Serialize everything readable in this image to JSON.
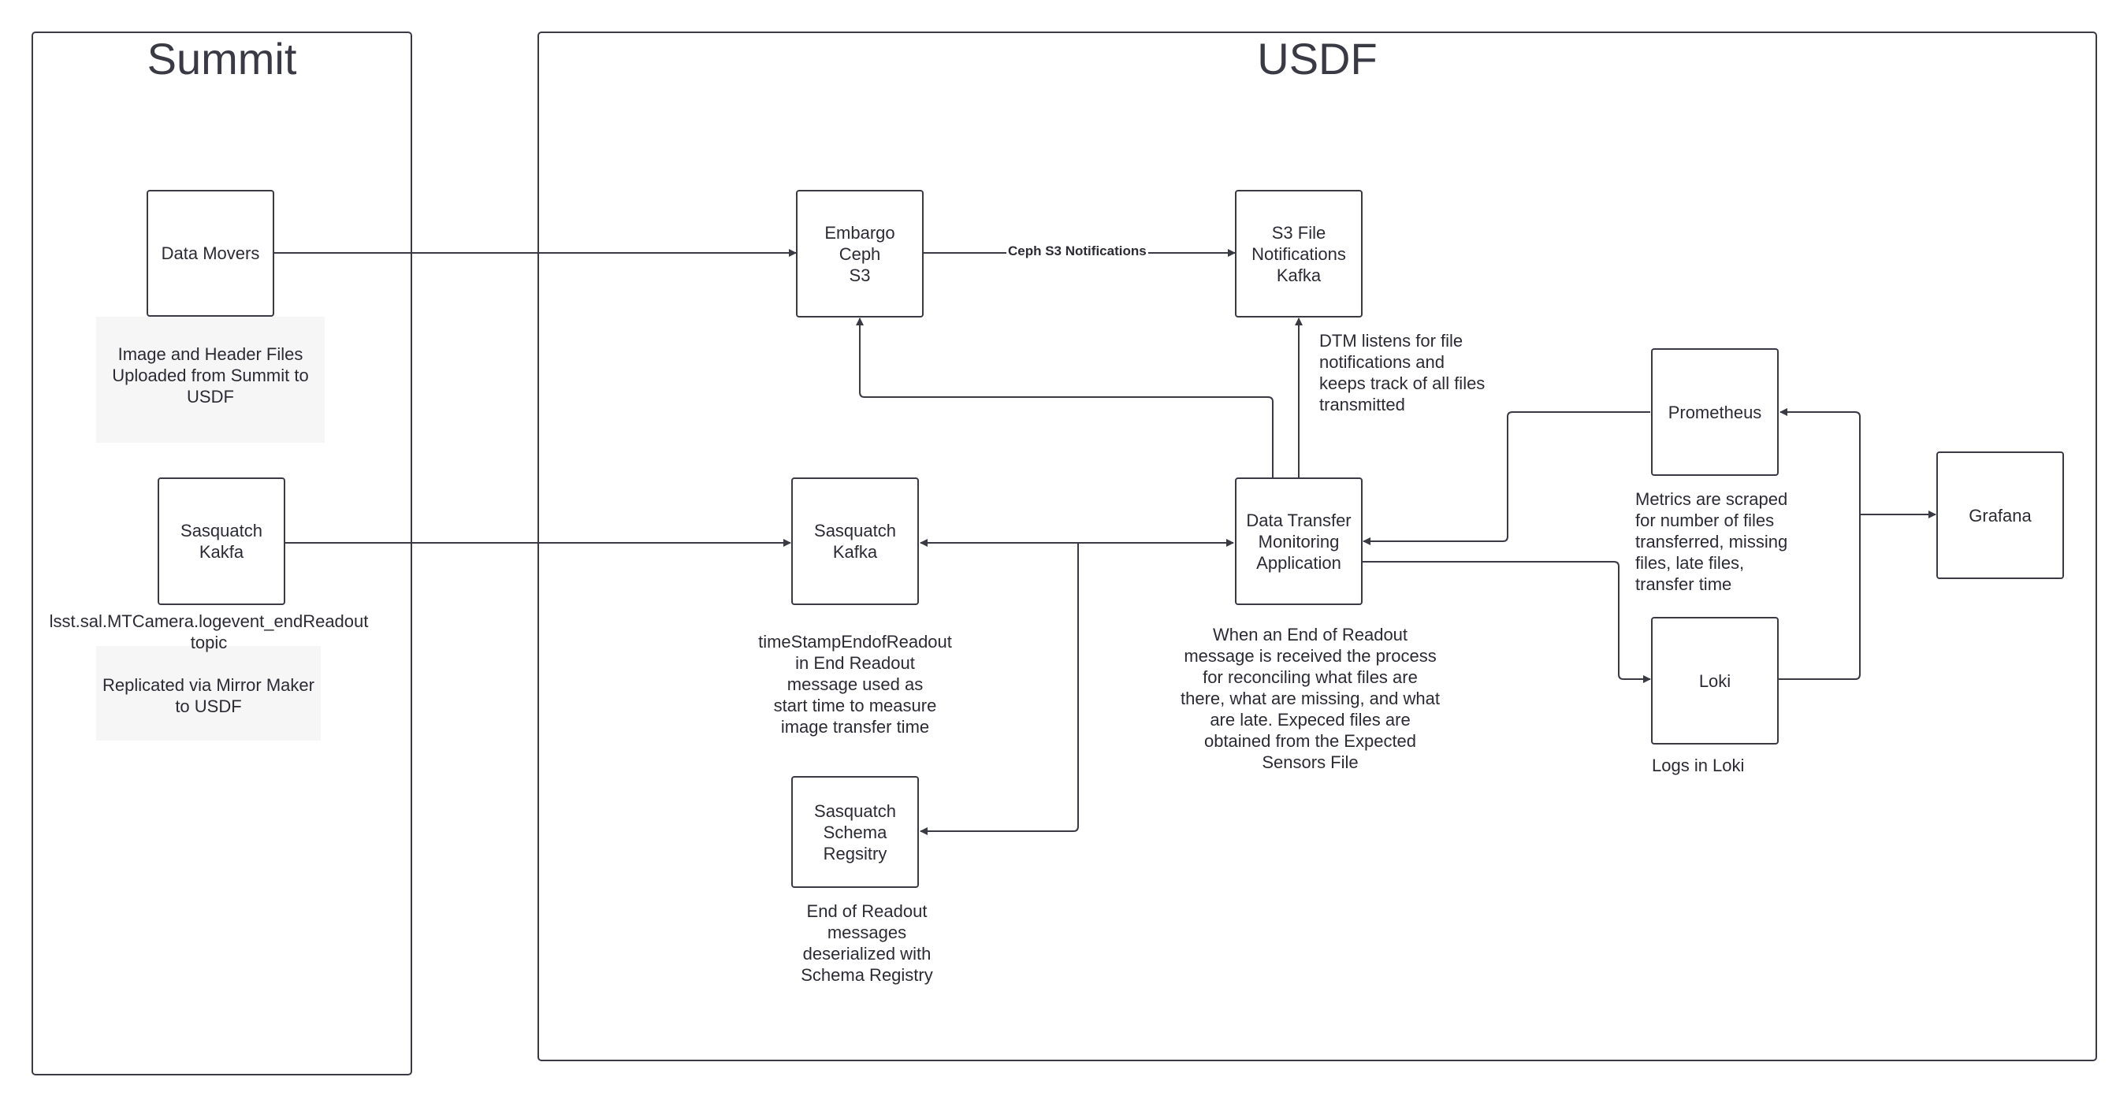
{
  "regions": {
    "summit": "Summit",
    "usdf": "USDF"
  },
  "nodes": {
    "data_movers": "Data Movers",
    "sasquatch_kakfa_summit": "Sasquatch\nKakfa",
    "embargo_ceph": "Embargo Ceph\nS3",
    "s3_notifications_kafka": "S3 File\nNotifications\nKafka",
    "sasquatch_kafka_usdf": "Sasquatch\nKafka",
    "sasquatch_schema_registry": "Sasquatch\nSchema\nRegsitry",
    "dtm_app": "Data Transfer\nMonitoring\nApplication",
    "prometheus": "Prometheus",
    "loki": "Loki",
    "grafana": "Grafana"
  },
  "edges": {
    "ceph_s3_notifications": "Ceph S3 Notifications"
  },
  "notes": {
    "image_header_files": "Image and Header Files\nUploaded from Summit to\nUSDF",
    "endreadout_topic": "lsst.sal.MTCamera.logevent_endReadout\ntopic",
    "mirror_maker": "Replicated via Mirror Maker\nto USDF",
    "timestamp_end_readout": "timeStampEndofReadout\nin End Readout\nmessage used as\nstart time to measure\nimage transfer time",
    "end_of_readout_deserialized": "End of Readout\nmessages\ndeserialized with\nSchema Registry",
    "dtm_listens": "DTM listens for file\nnotifications and\nkeeps track of all files\ntransmitted",
    "reconciling": "When an End of Readout\nmessage is received the process\nfor reconciling what files are\nthere, what are missing, and what\nare late. Expeced files are\nobtained from the Expected\nSensors File",
    "metrics_scraped": "Metrics are scraped\nfor number of files\ntransferred, missing\nfiles, late files,\ntransfer time",
    "logs_in_loki": "Logs in Loki"
  }
}
